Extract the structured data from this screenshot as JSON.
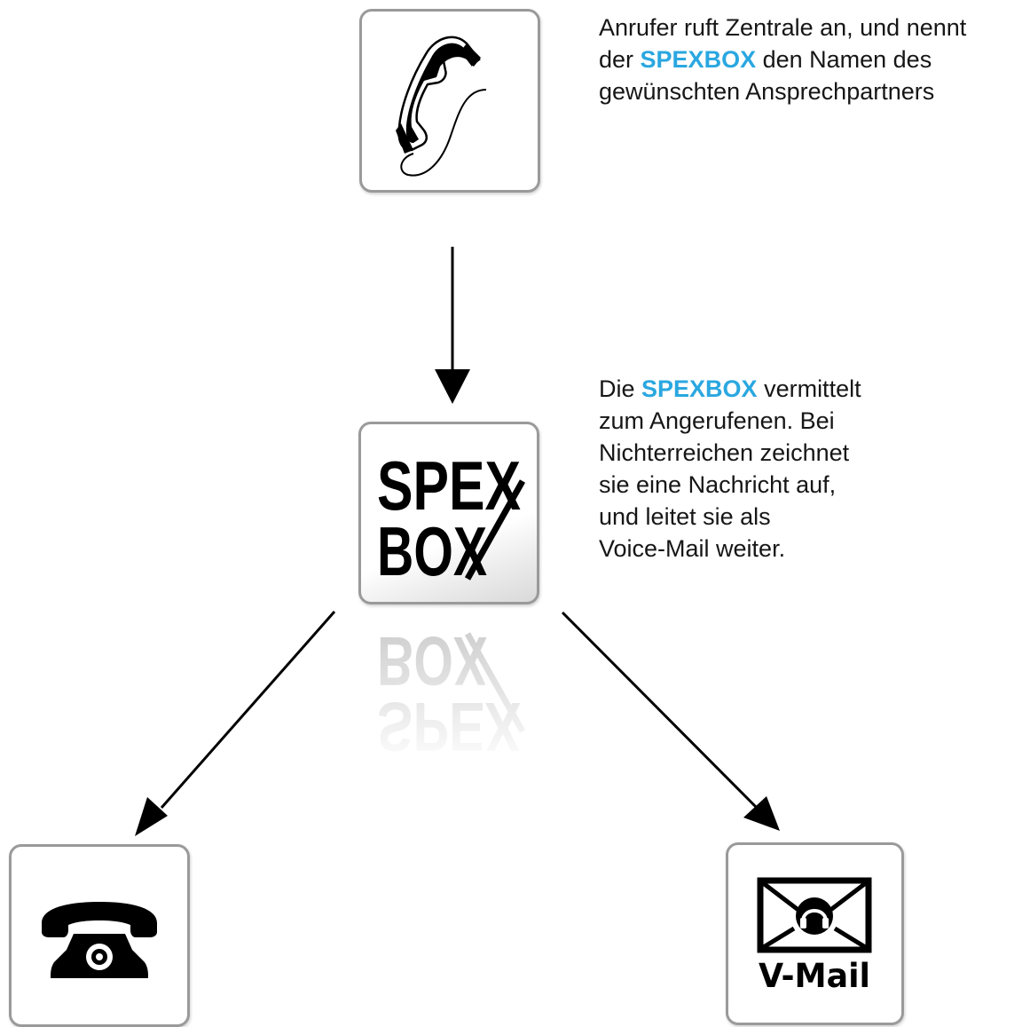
{
  "colors": {
    "accent": "#2aa7e0",
    "text": "#161616",
    "box_border": "#9a9a9a",
    "icon": "#000000"
  },
  "nodes": {
    "caller": {
      "icon": "telephone-handset-icon"
    },
    "spexbox": {
      "icon": "spexbox-logo",
      "logo_line_1": "SPEX",
      "logo_line_2": "BOX"
    },
    "desk_phone": {
      "icon": "desk-telephone-icon"
    },
    "vmail": {
      "icon": "voicemail-envelope-icon",
      "label": "V-Mail"
    }
  },
  "captions": {
    "caller": {
      "line_1": "Anrufer ruft Zentrale an, und nennt",
      "line_2_before": "der ",
      "line_2_highlight": "SPEXBOX",
      "line_2_after": " den Namen des",
      "line_3": "gewünschten Ansprechpartners"
    },
    "spexbox": {
      "line_1_before": "Die ",
      "line_1_highlight": "SPEXBOX",
      "line_1_after": " vermittelt",
      "line_2": "zum Angerufenen. Bei",
      "line_3": "Nichterreichen zeichnet",
      "line_4": "sie eine Nachricht auf,",
      "line_5": "und leitet sie als",
      "line_6": "Voice-Mail weiter."
    }
  },
  "edges": [
    {
      "from": "caller",
      "to": "spexbox"
    },
    {
      "from": "spexbox",
      "to": "desk_phone"
    },
    {
      "from": "spexbox",
      "to": "vmail"
    }
  ]
}
